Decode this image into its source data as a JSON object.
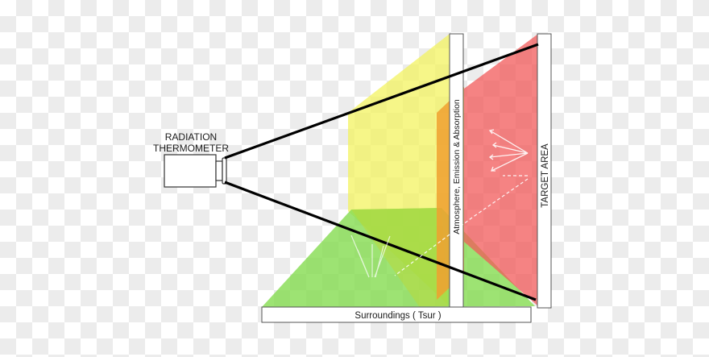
{
  "diagram": {
    "device_label_line1": "RADIATION",
    "device_label_line2": "THERMOMETER",
    "atmosphere_label": "Atmosphere, Emission & Absorption",
    "target_label": "TARGET AREA",
    "surroundings_label": "Surroundings ( Tsur )"
  },
  "colors": {
    "yellow_plane": "#f2f25a",
    "green_plane": "#8ee05a",
    "red_plane": "#f25a5a",
    "orange_overlap": "#f0a030",
    "lines": "#000000",
    "board_fill": "#ffffff",
    "board_stroke": "#555555"
  }
}
